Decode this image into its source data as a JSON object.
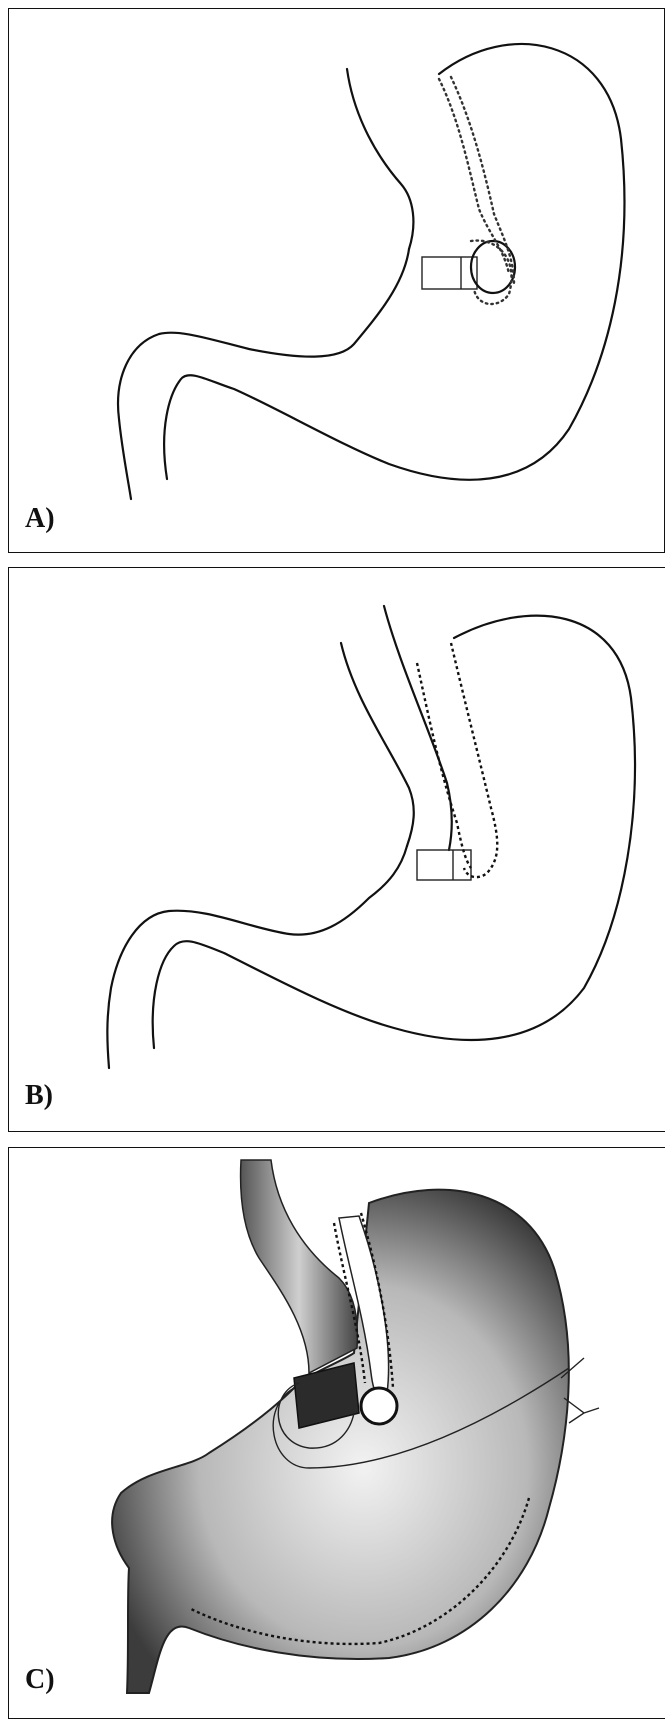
{
  "panels": [
    {
      "id": "A",
      "label": "A)"
    },
    {
      "id": "B",
      "label": "B)"
    },
    {
      "id": "C",
      "label": "C)"
    }
  ]
}
